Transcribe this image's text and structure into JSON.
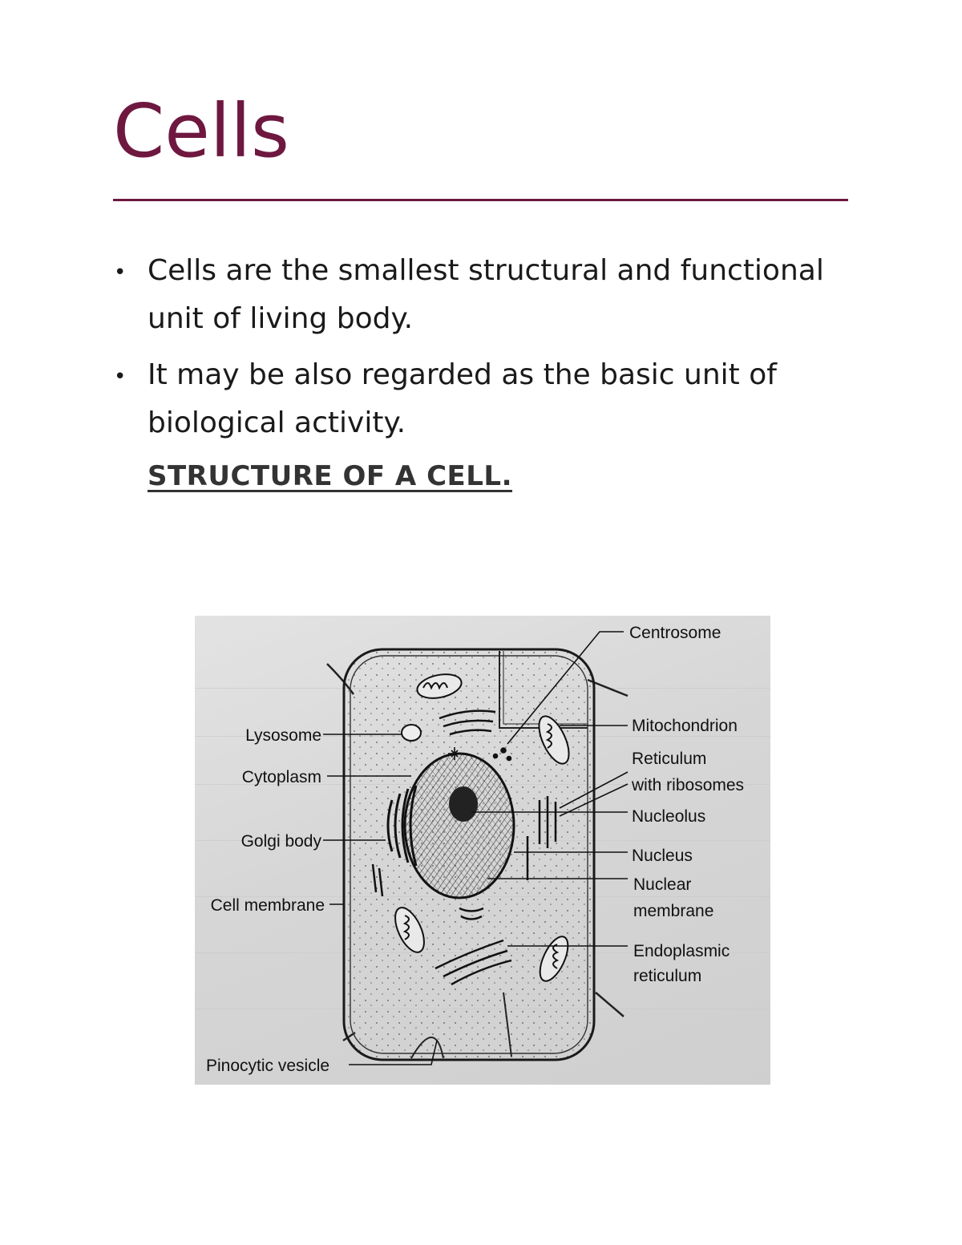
{
  "page": {
    "title": "Cells",
    "accent_color": "#6e1840",
    "bullets": [
      "Cells are the smallest structural and functional unit of living body.",
      "It may be also regarded as the basic unit of biological activity."
    ],
    "heading": "STRUCTURE OF A CELL."
  },
  "diagram": {
    "labels": {
      "centrosome": "Centrosome",
      "mitochondrion": "Mitochondrion",
      "reticulum_line1": "Reticulum",
      "reticulum_line2": "with ribosomes",
      "nucleolus": "Nucleolus",
      "nucleus": "Nucleus",
      "nuclear_line1": "Nuclear",
      "nuclear_line2": "membrane",
      "endoplasmic_line1": "Endoplasmic",
      "endoplasmic_line2": "reticulum",
      "lysosome": "Lysosome",
      "cytoplasm": "Cytoplasm",
      "golgi": "Golgi body",
      "cell_membrane": "Cell membrane",
      "pinocytic": "Pinocytic vesicle"
    }
  }
}
